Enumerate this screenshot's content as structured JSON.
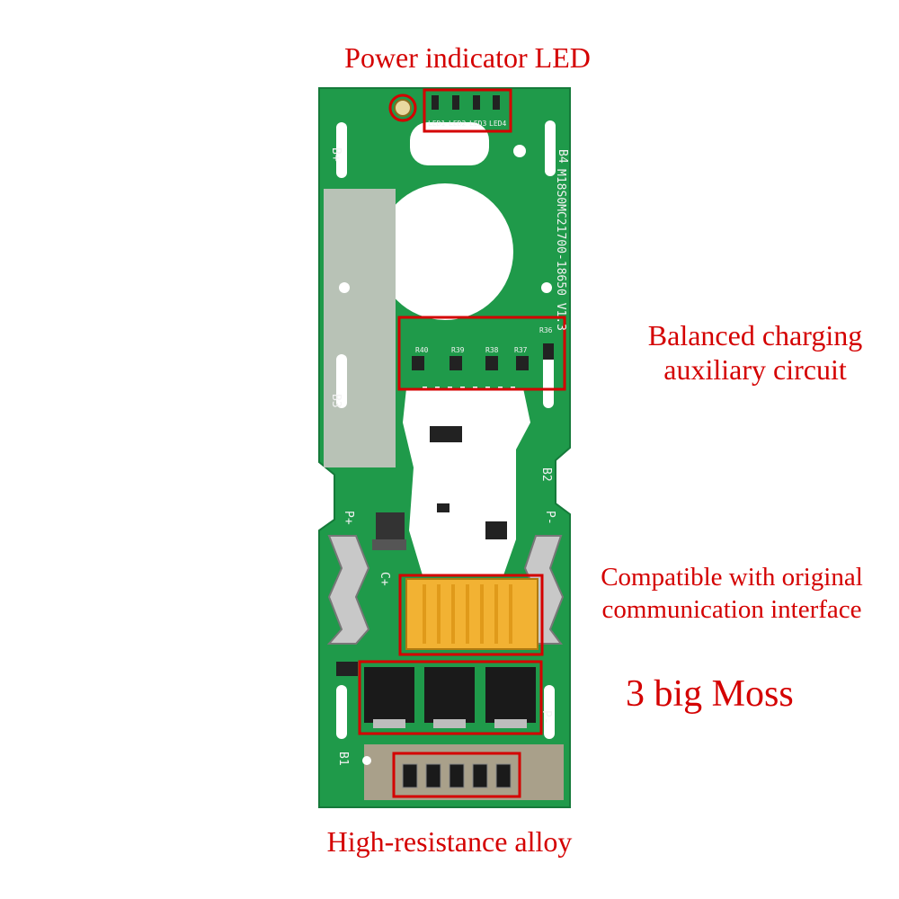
{
  "annotations": {
    "power_led": "Power indicator LED",
    "balanced_line1": "Balanced charging",
    "balanced_line2": "auxiliary circuit",
    "compatible_line1": "Compatible with original",
    "compatible_line2": "communication interface",
    "moss": "3 big Moss",
    "alloy": "High-resistance alloy"
  },
  "board": {
    "model_text": "M18S0MC21700-18650 V1.3",
    "pads": {
      "b4": "B4",
      "b_plus": "B+",
      "b3": "B3",
      "b2": "B2",
      "b1": "B1",
      "p_plus": "P+",
      "p_minus": "P-",
      "c_plus": "C+",
      "p_minus_2": "P-"
    },
    "leds": [
      "LED1",
      "LED2",
      "LED3",
      "LED4"
    ],
    "resistors": [
      "R40",
      "R39",
      "R38",
      "R37",
      "R36"
    ]
  },
  "colors": {
    "accent": "#d40000",
    "pcb": "#1f9a4a",
    "pcb_dark": "#157a3a",
    "connector": "#f2b233"
  }
}
